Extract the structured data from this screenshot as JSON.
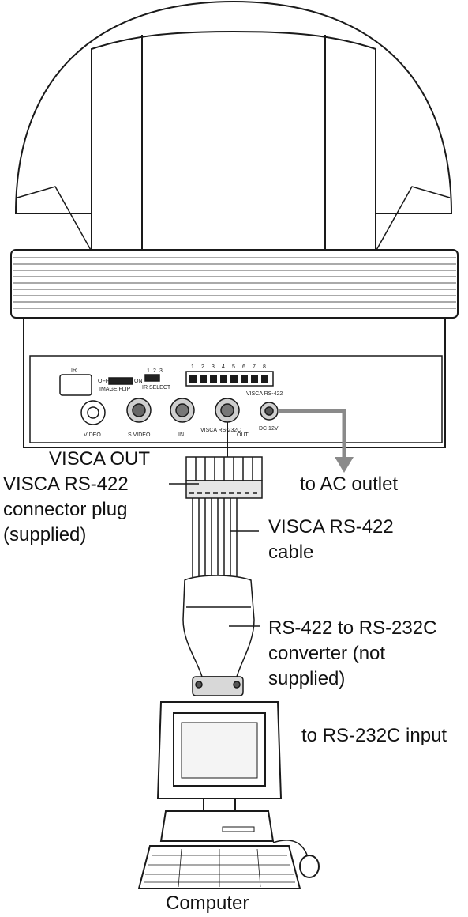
{
  "labels": {
    "visca_out": "VISCA OUT",
    "connector_plug": [
      "VISCA RS-422",
      "connector plug",
      "(supplied)"
    ],
    "to_ac_outlet": "to AC outlet",
    "cable": [
      "VISCA RS-422",
      "cable"
    ],
    "converter": [
      "RS-422 to RS-232C",
      "converter (not",
      "supplied)"
    ],
    "to_rs232c_input": "to RS-232C input",
    "computer": "Computer"
  },
  "panel_labels": {
    "ir": "IR",
    "image_flip": "IMAGE FLIP",
    "off": "OFF",
    "on": "ON",
    "ir_select": "IR SELECT",
    "ir_select_numbers": [
      "1",
      "2",
      "3"
    ],
    "dip_numbers": [
      "1",
      "2",
      "3",
      "4",
      "5",
      "6",
      "7",
      "8"
    ],
    "visca_rs422": "VISCA  RS-422",
    "video": "VIDEO",
    "s_video": "S VIDEO",
    "in": "IN",
    "visca_rs232c": "VISCA RS-232C",
    "out": "OUT",
    "dc_12v": "DC 12V"
  },
  "colors": {
    "line": "#1a1a1a",
    "arrow_gray": "#8a8a8a",
    "shade": "#d8d8d8"
  }
}
